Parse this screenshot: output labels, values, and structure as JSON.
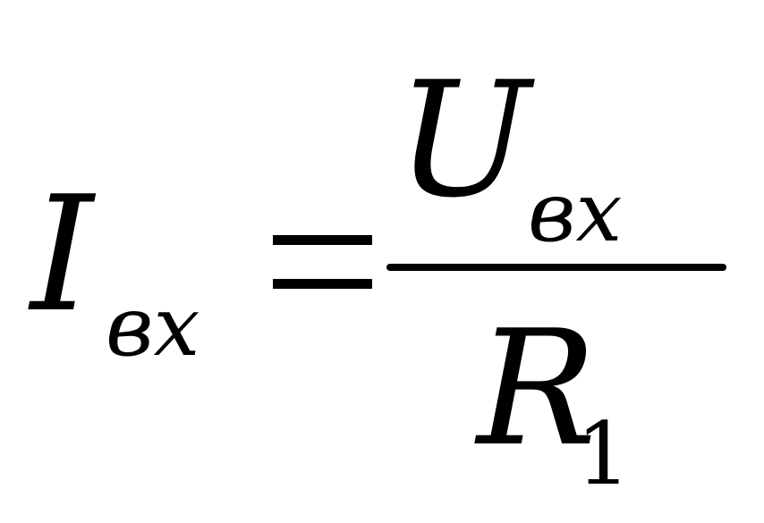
{
  "formula": {
    "lhs": {
      "symbol": "I",
      "subscript": "вх"
    },
    "relation": "=",
    "numerator": {
      "symbol": "U",
      "subscript": "вх"
    },
    "denominator": {
      "symbol": "R",
      "subscript": "1"
    }
  }
}
